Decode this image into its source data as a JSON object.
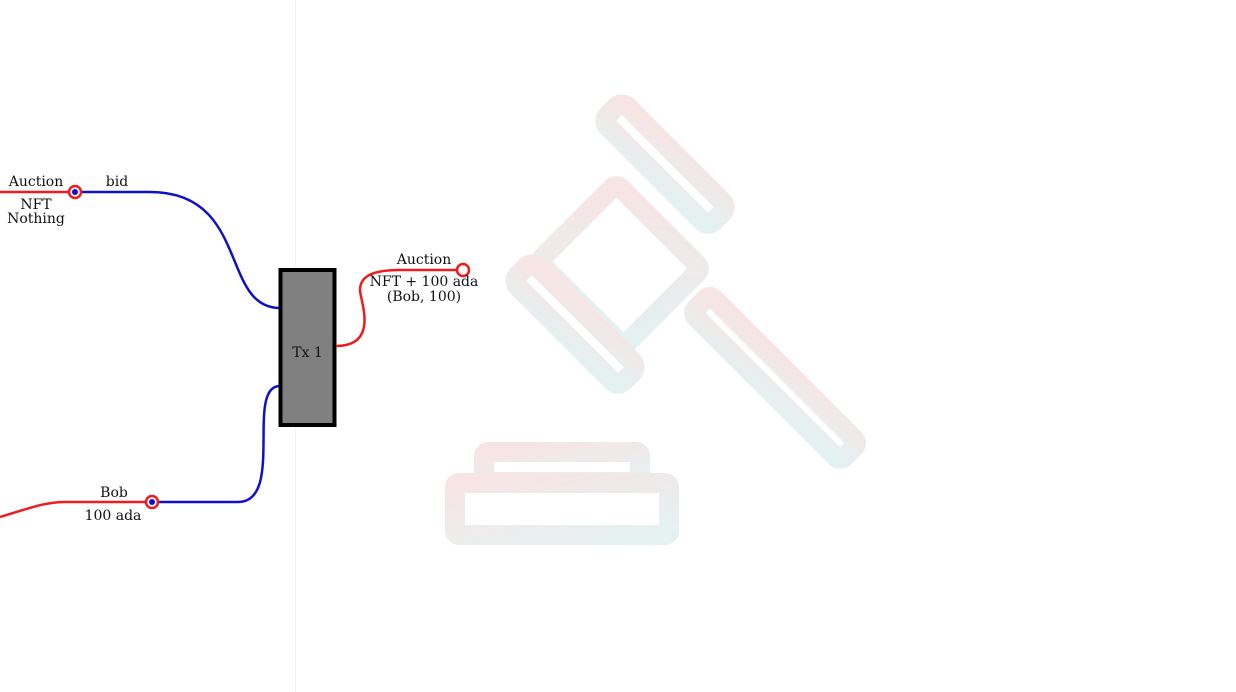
{
  "auction_input": {
    "name": "Auction",
    "redeemer": "bid",
    "value": "NFT",
    "datum": "Nothing"
  },
  "bob_input": {
    "name": "Bob",
    "value": "100 ada"
  },
  "transaction": {
    "label": "Tx 1"
  },
  "auction_output": {
    "name": "Auction",
    "value": "NFT + 100 ada",
    "datum": "(Bob, 100)"
  },
  "watermark": {
    "icon": "gavel-icon",
    "colors": [
      "#e8a7a7",
      "#a7d3d3"
    ]
  },
  "colors": {
    "output_wire": "#ee1c1c",
    "input_wire": "#1010cc",
    "tx_fill": "#808080",
    "tx_border": "#000000"
  }
}
